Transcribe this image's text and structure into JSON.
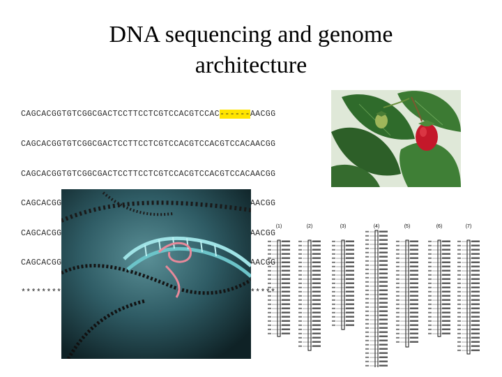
{
  "slide": {
    "title_line1": "DNA sequencing and genome",
    "title_line2": "architecture"
  },
  "alignment": {
    "rows": [
      {
        "pre": "CAGCACGGTGTCGGCGACTCCTTCCTCGTCCACGTCCAC",
        "gap": "------",
        "post": "AACGG"
      },
      {
        "pre": "CAGCACGGTGTCGGCGACTCCTTCCTCGTCCACGTCCACGTCCACAACGG",
        "gap": "",
        "post": ""
      },
      {
        "pre": "CAGCACGGTGTCGGCGACTCCTTCCTCGTCCACGTCCACGTCCACAACGG",
        "gap": "",
        "post": ""
      },
      {
        "pre": "CAGCACGGTGTCGGCGACTCCTTCCTCGTCCACGTCCACGTCCACAACGG",
        "gap": "",
        "post": ""
      },
      {
        "pre": "CAGCACGGTGTCGGCGACTCCTTCCTCGTCCACGTCCACGTCCACAACGG",
        "gap": "",
        "post": ""
      },
      {
        "pre": "CAGCACGGTGTCGGCGACTCCTTCCTCGTCCACGTCCACGTCCACAACGG",
        "gap": "",
        "post": ""
      }
    ],
    "conservation": "***************************************      *****",
    "gap_color": "#ffe400"
  },
  "linkage_map": {
    "groups": [
      "(1)",
      "(2)",
      "(3)",
      "(4)",
      "(5)",
      "(6)",
      "(7)"
    ]
  },
  "images": {
    "photo": "strawberry-plant-photo",
    "render": "dna-double-helix-render"
  }
}
